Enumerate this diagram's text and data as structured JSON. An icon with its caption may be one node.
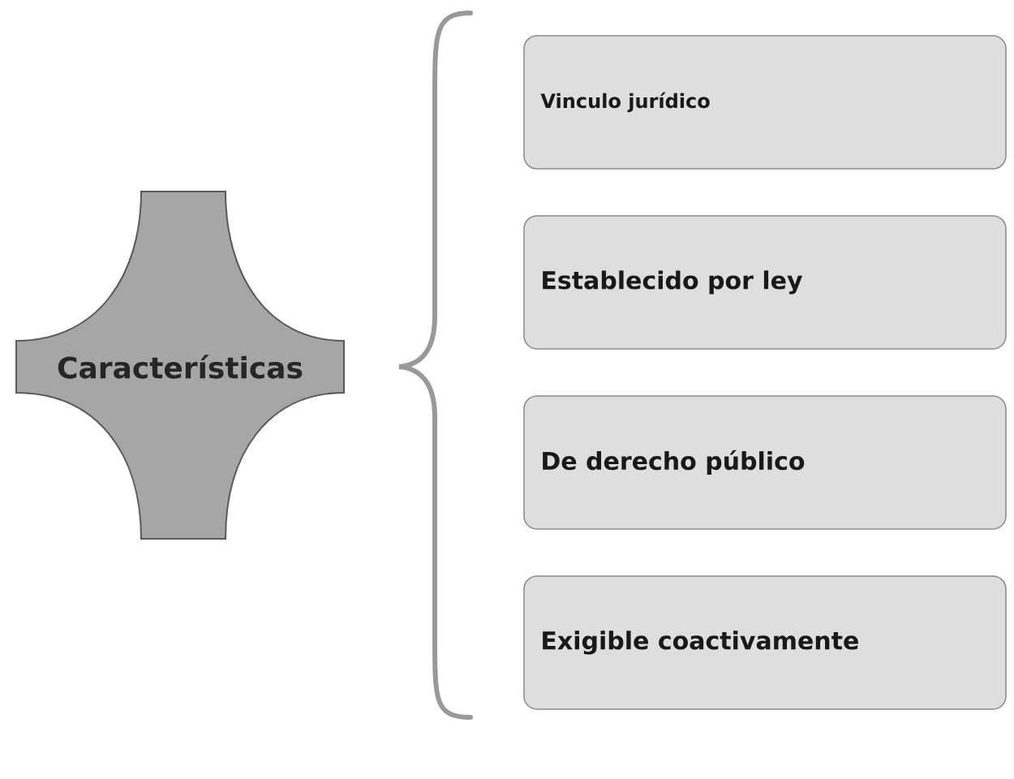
{
  "diagram": {
    "nodes": [
      {
        "text": [
          "Características"
        ]
      },
      {
        "text": [
          "Vinculo jurídico"
        ]
      },
      {
        "text": [
          "Establecido por ley"
        ]
      },
      {
        "text": [
          "De derecho público"
        ]
      },
      {
        "text": [
          "Exigible coactivamente"
        ]
      }
    ]
  }
}
